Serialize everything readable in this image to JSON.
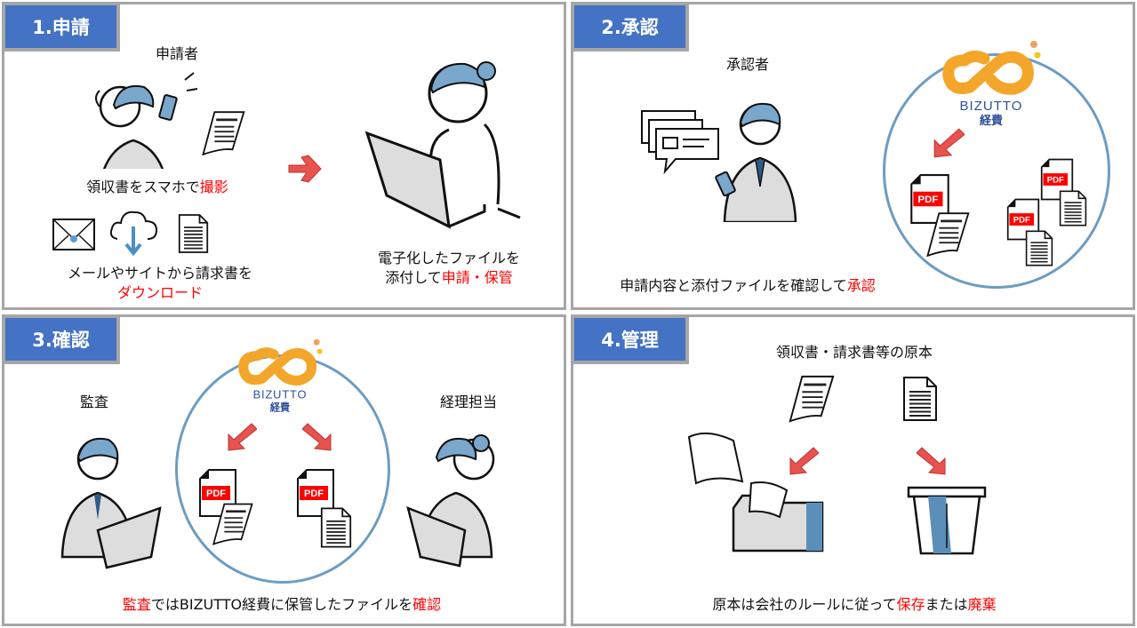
{
  "colors": {
    "tab": "#4472c4",
    "border": "#a6a6a6",
    "highlight": "#ff0000",
    "circle": "#6e9cc0",
    "logo_orange": "#f4a62a",
    "logo_blue": "#2e4f9c",
    "arrow": "#e8534f",
    "pdf_red": "#ff0000"
  },
  "logo": {
    "name": "BIZUTTO",
    "sub": "経費"
  },
  "pdf_label": "PDF",
  "panels": [
    {
      "title": "1.申請",
      "role": "申請者",
      "caption1": {
        "text": "領収書をスマホで",
        "highlight": "撮影"
      },
      "caption2": {
        "line1": "メールやサイトから請求書を",
        "highlight": "ダウンロード"
      },
      "caption3": {
        "line1": "電子化したファイルを",
        "line2_pre": "添付して",
        "highlight": "申請・保管"
      }
    },
    {
      "title": "2.承認",
      "role": "承認者",
      "caption": {
        "text": "申請内容と添付ファイルを確認して",
        "highlight": "承認"
      }
    },
    {
      "title": "3.確認",
      "role_left": "監査",
      "role_right": "経理担当",
      "caption": {
        "hl1": "監査",
        "text": "ではBIZUTTO経費に保管したファイルを",
        "hl2": "確認"
      }
    },
    {
      "title": "4.管理",
      "label": "領収書・請求書等の原本",
      "caption": {
        "text": "原本は会社のルールに従って",
        "hl1": "保存",
        "mid": "または",
        "hl2": "廃棄"
      }
    }
  ]
}
